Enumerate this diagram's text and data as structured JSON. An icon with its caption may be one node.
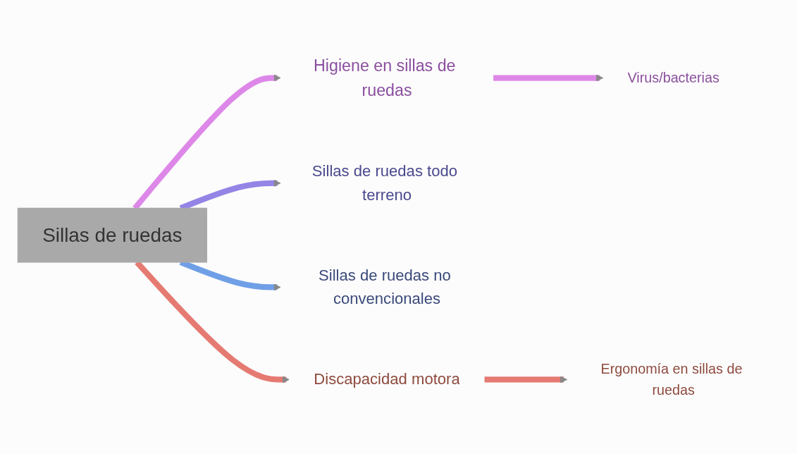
{
  "diagram": {
    "nodes": [
      {
        "text": [
          "Higiene en sillas de ruedas"
        ]
      },
      {
        "text": [
          "Virus/bacterias"
        ]
      },
      {
        "text": [
          "Sillas de ruedas"
        ]
      },
      {
        "text": [
          "Ergonomía en sillas de ruedas"
        ]
      },
      {
        "text": [
          "Sillas de ruedas todo terreno"
        ]
      },
      {
        "text": [
          "Sillas de ruedas no convencionales"
        ]
      },
      {
        "text": [
          "Discapacidad motora"
        ]
      }
    ],
    "edges": [
      {
        "from": 2,
        "to": 0,
        "arrow": "to",
        "color": "#dd88e8"
      },
      {
        "from": 0,
        "to": 1,
        "arrow": "to",
        "color": "#dd88e8"
      },
      {
        "from": 2,
        "to": 6,
        "arrow": "to",
        "color": "#e57a72"
      },
      {
        "from": 6,
        "to": 3,
        "arrow": "to",
        "color": "#e57a72"
      },
      {
        "from": 2,
        "to": 4,
        "arrow": "to",
        "color": "#9384e6"
      },
      {
        "from": 2,
        "to": 5,
        "arrow": "to",
        "color": "#6f9fe6"
      }
    ]
  }
}
